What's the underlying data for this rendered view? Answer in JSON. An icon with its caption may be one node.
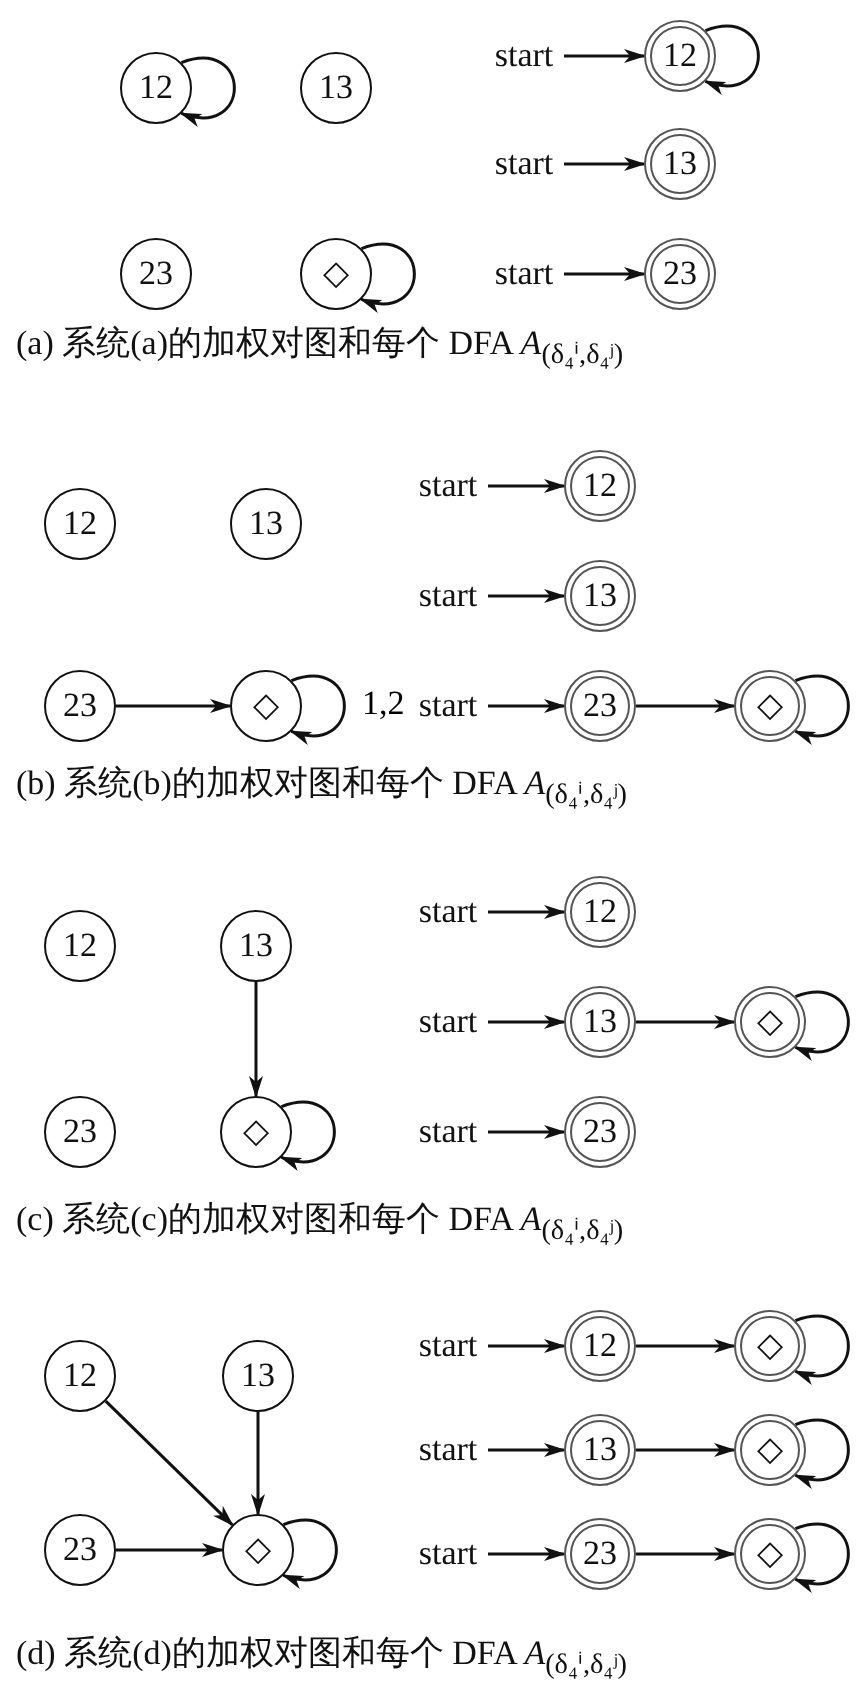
{
  "diagram": {
    "nodes": [
      {
        "text": [
          "12"
        ]
      },
      {
        "text": [
          "13"
        ]
      },
      {
        "text": [
          "23"
        ]
      },
      {
        "text": [
          "◇"
        ]
      },
      {
        "text": [
          "start"
        ]
      },
      {
        "text": [
          "12"
        ]
      },
      {
        "text": [
          "start"
        ]
      },
      {
        "text": [
          "13"
        ]
      },
      {
        "text": [
          "start"
        ]
      },
      {
        "text": [
          "23"
        ]
      },
      {
        "text": [
          "12"
        ]
      },
      {
        "text": [
          "13"
        ]
      },
      {
        "text": [
          "23"
        ]
      },
      {
        "text": [
          "◇"
        ]
      },
      {
        "text": [
          "start"
        ]
      },
      {
        "text": [
          "12"
        ]
      },
      {
        "text": [
          "start"
        ]
      },
      {
        "text": [
          "13"
        ]
      },
      {
        "text": [
          "start"
        ]
      },
      {
        "text": [
          "23"
        ]
      },
      {
        "text": [
          "◇"
        ]
      },
      {
        "text": [
          "12"
        ]
      },
      {
        "text": [
          "13"
        ]
      },
      {
        "text": [
          "23"
        ]
      },
      {
        "text": [
          "◇"
        ]
      },
      {
        "text": [
          "start"
        ]
      },
      {
        "text": [
          "12"
        ]
      },
      {
        "text": [
          "start"
        ]
      },
      {
        "text": [
          "13"
        ]
      },
      {
        "text": [
          "◇"
        ]
      },
      {
        "text": [
          "start"
        ]
      },
      {
        "text": [
          "23"
        ]
      },
      {
        "text": [
          "12"
        ]
      },
      {
        "text": [
          "13"
        ]
      },
      {
        "text": [
          "23"
        ]
      },
      {
        "text": [
          "◇"
        ]
      },
      {
        "text": [
          "start"
        ]
      },
      {
        "text": [
          "12"
        ]
      },
      {
        "text": [
          "◇"
        ]
      },
      {
        "text": [
          "start"
        ]
      },
      {
        "text": [
          "13"
        ]
      },
      {
        "text": [
          "◇"
        ]
      },
      {
        "text": [
          "start"
        ]
      },
      {
        "text": [
          "23"
        ]
      },
      {
        "text": [
          "◇"
        ]
      }
    ],
    "edges": [
      {
        "from": 0,
        "to": 0,
        "arrow": "to"
      },
      {
        "from": 3,
        "to": 3,
        "arrow": "to"
      },
      {
        "from": 4,
        "to": 5,
        "arrow": "to"
      },
      {
        "from": 5,
        "to": 5,
        "arrow": "to"
      },
      {
        "from": 6,
        "to": 7,
        "arrow": "to"
      },
      {
        "from": 8,
        "to": 9,
        "arrow": "to"
      },
      {
        "from": 12,
        "to": 13,
        "arrow": "to"
      },
      {
        "from": 13,
        "to": 13,
        "arrow": "to",
        "label": "1,2"
      },
      {
        "from": 14,
        "to": 15,
        "arrow": "to"
      },
      {
        "from": 16,
        "to": 17,
        "arrow": "to"
      },
      {
        "from": 18,
        "to": 19,
        "arrow": "to"
      },
      {
        "from": 19,
        "to": 20,
        "arrow": "to"
      },
      {
        "from": 20,
        "to": 20,
        "arrow": "to"
      },
      {
        "from": 22,
        "to": 24,
        "arrow": "to"
      },
      {
        "from": 24,
        "to": 24,
        "arrow": "to"
      },
      {
        "from": 25,
        "to": 26,
        "arrow": "to"
      },
      {
        "from": 27,
        "to": 28,
        "arrow": "to"
      },
      {
        "from": 28,
        "to": 29,
        "arrow": "to"
      },
      {
        "from": 29,
        "to": 29,
        "arrow": "to"
      },
      {
        "from": 30,
        "to": 31,
        "arrow": "to"
      },
      {
        "from": 32,
        "to": 35,
        "arrow": "to"
      },
      {
        "from": 33,
        "to": 35,
        "arrow": "to"
      },
      {
        "from": 34,
        "to": 35,
        "arrow": "to"
      },
      {
        "from": 35,
        "to": 35,
        "arrow": "to"
      },
      {
        "from": 36,
        "to": 37,
        "arrow": "to"
      },
      {
        "from": 37,
        "to": 38,
        "arrow": "to"
      },
      {
        "from": 38,
        "to": 38,
        "arrow": "to"
      },
      {
        "from": 39,
        "to": 40,
        "arrow": "to"
      },
      {
        "from": 40,
        "to": 41,
        "arrow": "to"
      },
      {
        "from": 41,
        "to": 41,
        "arrow": "to"
      },
      {
        "from": 42,
        "to": 43,
        "arrow": "to"
      },
      {
        "from": 43,
        "to": 44,
        "arrow": "to"
      },
      {
        "from": 44,
        "to": 44,
        "arrow": "to"
      }
    ],
    "labels": [
      "(a) 系统(a)的加权对图和每个 DFA *A*$_{(δ₄ⁱ,δ₄ʲ)}$",
      "(b) 系统(b)的加权对图和每个 DFA *A*$_{(δ₄ⁱ,δ₄ʲ)}$",
      "(c) 系统(c)的加权对图和每个 DFA *A*$_{(δ₄ⁱ,δ₄ʲ)}$",
      "(d) 系统(d)的加权对图和每个 DFA *A*$_{(δ₄ⁱ,δ₄ʲ)}$"
    ]
  }
}
